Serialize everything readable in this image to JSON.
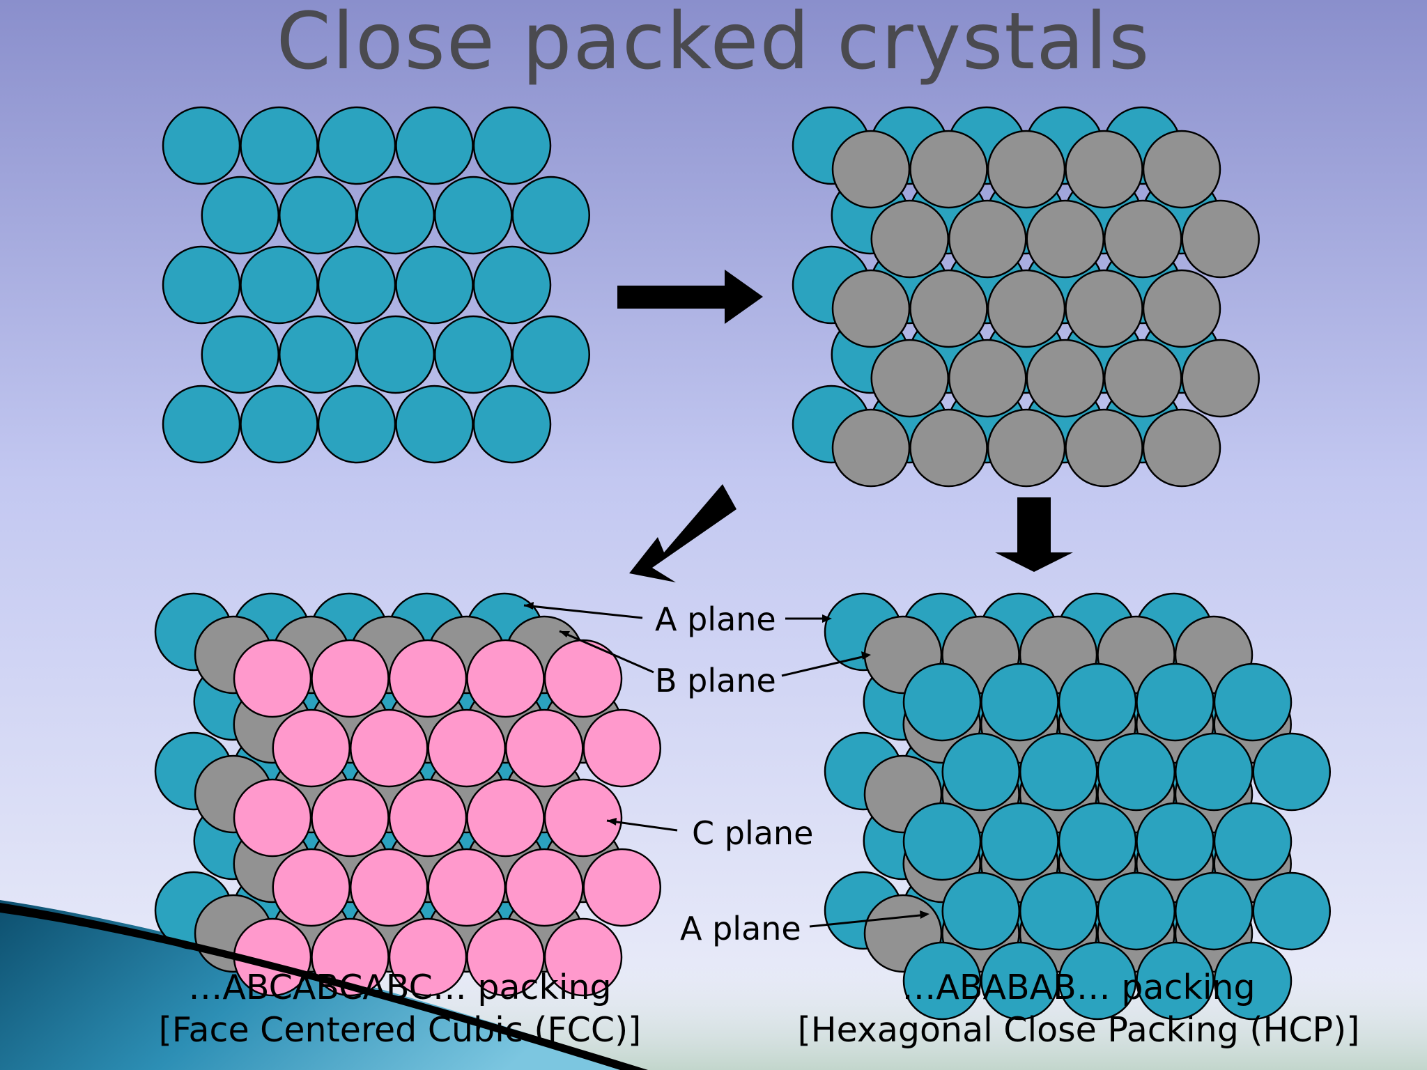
{
  "title": "Close packed crystals",
  "labels": {
    "a_plane": "A plane",
    "b_plane": "B plane",
    "c_plane": "C plane",
    "a_plane_lower": "A plane"
  },
  "captions": {
    "fcc_line1": "…ABCABCABC… packing",
    "fcc_line2": "[Face Centered Cubic (FCC)]",
    "hcp_line1": "…ABABAB… packing",
    "hcp_line2": "[Hexagonal Close Packing (HCP)]"
  },
  "colors": {
    "a_sphere": "#2ba3bf",
    "b_sphere": "#929292",
    "c_sphere": "#ff99cc",
    "background_top": "#8a8fcc",
    "background_bottom": "#eef0fa"
  }
}
